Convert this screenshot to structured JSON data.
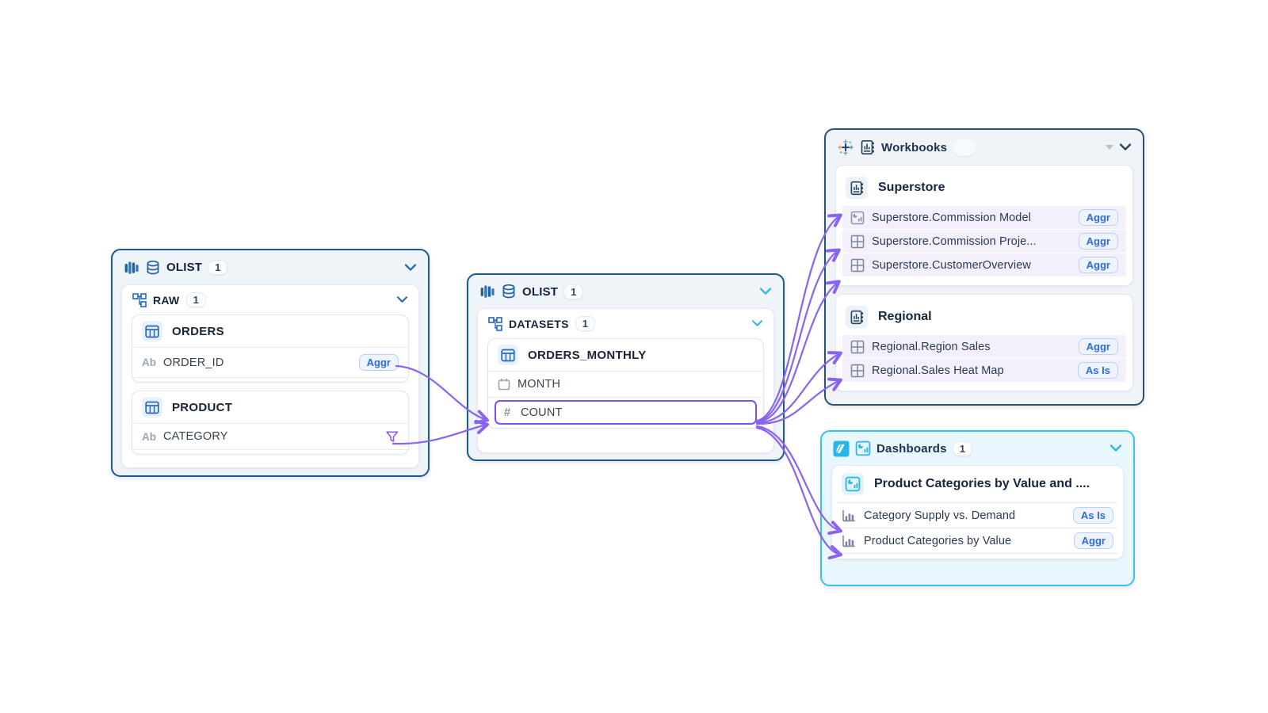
{
  "glyphs": {
    "text_type": "Ab",
    "hash": "#"
  },
  "colors": {
    "panel_border_blue": "#1c5796",
    "panel_border_navy": "#2a536e",
    "panel_border_cyan": "#36c3ee",
    "edge_purple": "#8a63f2",
    "selection_purple": "#7c4ff2",
    "badge_blue": "#2e6ae0",
    "row_highlight": "#f3f0fc"
  },
  "source_panel": {
    "title": "OLIST",
    "count": "1",
    "group_title": "RAW",
    "group_count": "1",
    "tables": [
      {
        "name": "ORDERS",
        "field": "ORDER_ID",
        "badge": "Aggr"
      },
      {
        "name": "PRODUCT",
        "field": "CATEGORY"
      }
    ]
  },
  "dataset_panel": {
    "title": "OLIST",
    "count": "1",
    "group_title": "DATASETS",
    "group_count": "1",
    "table": {
      "name": "ORDERS_MONTHLY",
      "field1": "MONTH",
      "field2": "COUNT"
    }
  },
  "workbooks_panel": {
    "title": "Workbooks",
    "count": "",
    "groups": [
      {
        "name": "Superstore",
        "items": [
          {
            "name": "Superstore.Commission Model",
            "badge": "Aggr",
            "icon": "dashboard-icon"
          },
          {
            "name": "Superstore.Commission Proje...",
            "badge": "Aggr",
            "icon": "worksheet-icon"
          },
          {
            "name": "Superstore.CustomerOverview",
            "badge": "Aggr",
            "icon": "worksheet-icon"
          }
        ]
      },
      {
        "name": "Regional",
        "items": [
          {
            "name": "Regional.Region Sales",
            "badge": "Aggr",
            "icon": "worksheet-icon"
          },
          {
            "name": "Regional.Sales Heat Map",
            "badge": "As Is",
            "icon": "worksheet-icon"
          }
        ]
      }
    ]
  },
  "dashboards_panel": {
    "title": "Dashboards",
    "count": "1",
    "group": "Product Categories by Value and ....",
    "items": [
      {
        "name": "Category Supply vs. Demand",
        "badge": "As Is"
      },
      {
        "name": "Product Categories by Value",
        "badge": "Aggr"
      }
    ]
  },
  "edges": [
    {
      "from": "OLIST.RAW.ORDERS.ORDER_ID",
      "to": "OLIST.DATASETS.ORDERS_MONTHLY.COUNT"
    },
    {
      "from": "OLIST.RAW.PRODUCT.CATEGORY",
      "to": "OLIST.DATASETS.ORDERS_MONTHLY.COUNT"
    },
    {
      "from": "ORDERS_MONTHLY.COUNT",
      "to": "Superstore.Commission Model"
    },
    {
      "from": "ORDERS_MONTHLY.COUNT",
      "to": "Superstore.Commission Proje..."
    },
    {
      "from": "ORDERS_MONTHLY.COUNT",
      "to": "Superstore.CustomerOverview"
    },
    {
      "from": "ORDERS_MONTHLY.COUNT",
      "to": "Regional.Region Sales"
    },
    {
      "from": "ORDERS_MONTHLY.COUNT",
      "to": "Regional.Sales Heat Map"
    },
    {
      "from": "ORDERS_MONTHLY.COUNT",
      "to": "Category Supply vs. Demand"
    },
    {
      "from": "ORDERS_MONTHLY.COUNT",
      "to": "Product Categories by Value"
    }
  ]
}
